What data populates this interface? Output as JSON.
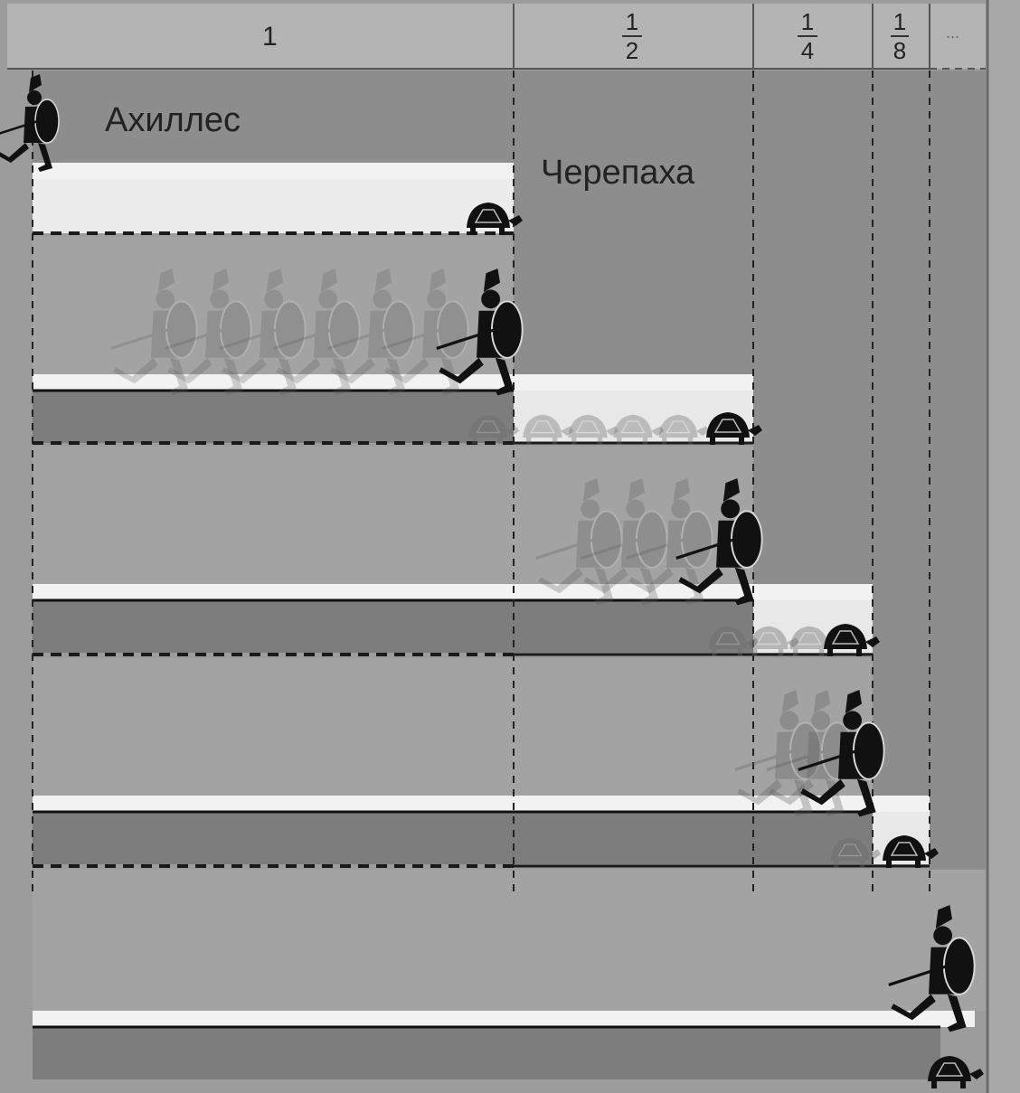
{
  "header": {
    "columns": [
      {
        "kind": "text",
        "text": "1"
      },
      {
        "kind": "fraction",
        "numerator": "1",
        "denominator": "2"
      },
      {
        "kind": "fraction",
        "numerator": "1",
        "denominator": "4"
      },
      {
        "kind": "fraction",
        "numerator": "1",
        "denominator": "8"
      },
      {
        "kind": "text",
        "text": "..."
      }
    ]
  },
  "labels": {
    "achilles": "Ахиллес",
    "tortoise": "Черепаха"
  },
  "colors": {
    "background": "#9c9c9c",
    "header": "#b4b4b4",
    "zone": "#8d8d8d",
    "track": "#f2f2f2",
    "run_bar": "#7d7d7d",
    "silhouette": "#111111",
    "dash": "#1a1a1a"
  },
  "icons": [
    "achilles-runner-icon",
    "tortoise-icon"
  ]
}
